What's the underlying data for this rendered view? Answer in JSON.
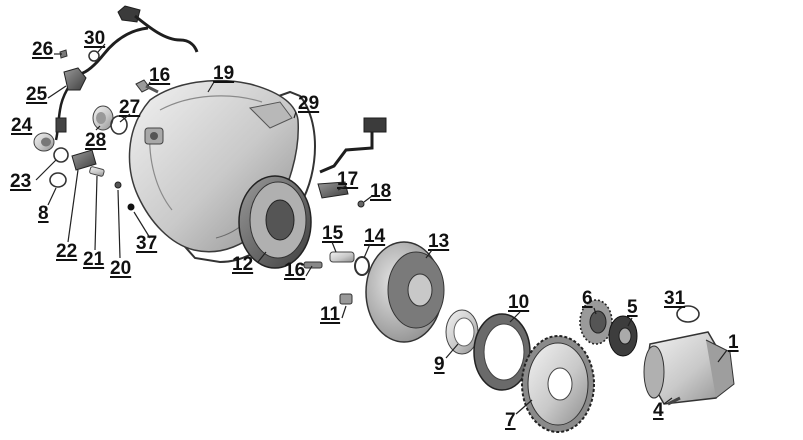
{
  "diagram": {
    "type": "exploded-parts-view",
    "colors": {
      "part_fill": "#d4d4d4",
      "part_dark": "#8a8a8a",
      "part_shadow": "#5a5a5a",
      "outline": "#3a3a3a",
      "wire": "#1e1e1e",
      "label_text": "#111111"
    },
    "callouts": [
      {
        "id": "p1",
        "label": "1"
      },
      {
        "id": "p4",
        "label": "4"
      },
      {
        "id": "p5",
        "label": "5"
      },
      {
        "id": "p6",
        "label": "6"
      },
      {
        "id": "p7",
        "label": "7"
      },
      {
        "id": "p8",
        "label": "8"
      },
      {
        "id": "p9",
        "label": "9"
      },
      {
        "id": "p10",
        "label": "10"
      },
      {
        "id": "p11",
        "label": "11"
      },
      {
        "id": "p12",
        "label": "12"
      },
      {
        "id": "p13",
        "label": "13"
      },
      {
        "id": "p14",
        "label": "14"
      },
      {
        "id": "p15",
        "label": "15"
      },
      {
        "id": "p16a",
        "label": "16"
      },
      {
        "id": "p16b",
        "label": "16"
      },
      {
        "id": "p17",
        "label": "17"
      },
      {
        "id": "p18",
        "label": "18"
      },
      {
        "id": "p19",
        "label": "19"
      },
      {
        "id": "p20",
        "label": "20"
      },
      {
        "id": "p21",
        "label": "21"
      },
      {
        "id": "p22",
        "label": "22"
      },
      {
        "id": "p23",
        "label": "23"
      },
      {
        "id": "p24",
        "label": "24"
      },
      {
        "id": "p25",
        "label": "25"
      },
      {
        "id": "p26",
        "label": "26"
      },
      {
        "id": "p27",
        "label": "27"
      },
      {
        "id": "p28",
        "label": "28"
      },
      {
        "id": "p29",
        "label": "29"
      },
      {
        "id": "p30",
        "label": "30"
      },
      {
        "id": "p31",
        "label": "31"
      },
      {
        "id": "p37",
        "label": "37"
      }
    ]
  }
}
